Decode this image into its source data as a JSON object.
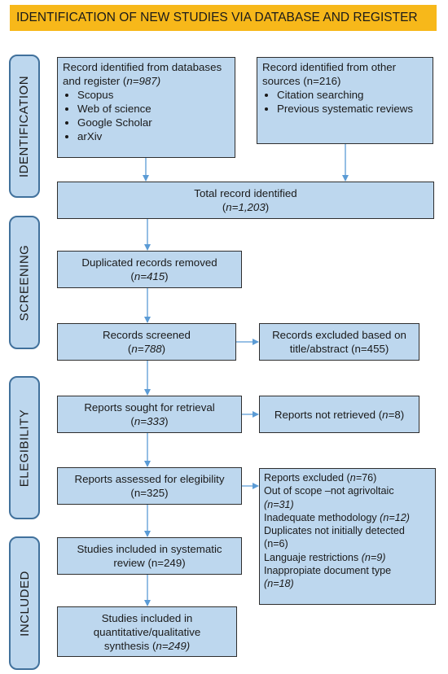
{
  "banner": "IDENTIFICATION OF NEW STUDIES VIA DATABASE AND REGISTER",
  "phases": {
    "identification": "IDENTIFICATION",
    "screening": "SCREENING",
    "elegibility": "ELEGIBILITY",
    "included": "INCLUDED"
  },
  "databases": {
    "text": "Record identified from databases and register (",
    "n_label": "n=987)",
    "items": [
      "Scopus",
      "Web of science",
      "Google Scholar",
      "arXiv"
    ]
  },
  "other_sources": {
    "text": "Record identified from other sources (n=216)",
    "items": [
      "Citation searching",
      "Previous systematic reviews"
    ]
  },
  "total": {
    "line1": "Total record identified",
    "open": "(",
    "n_label": "n=1,203",
    "close": ")"
  },
  "duplicates": {
    "line1": "Duplicated records removed",
    "open": "(",
    "n_label": "n=415",
    "close": ")"
  },
  "screened": {
    "line1": "Records screened",
    "open": "(",
    "n_label": "n=788",
    "close": ")"
  },
  "excluded_abstract": {
    "line1": "Records excluded based on",
    "line2": "title/abstract (n=455)"
  },
  "sought": {
    "line1": "Reports sought for retrieval",
    "open": "(",
    "n_label": "n=333",
    "close": ")"
  },
  "not_retrieved": {
    "text": "Reports not retrieved (",
    "n_label": "n=",
    "n_value": "8)"
  },
  "assessed": {
    "line1": "Reports assessed for elegibility",
    "line2": "(n=325)"
  },
  "reports_excluded": {
    "title_text": "Reports excluded (",
    "title_n": "n=",
    "title_value": "76)",
    "scope_text": "Out of scope –not agrivoltaic",
    "scope_n": "(n=31)",
    "method_text": "Inadequate methodology ",
    "method_n": "(n=12)",
    "dup_text": "Duplicates not initially  detected",
    "dup_n": "(n=6)",
    "lang_text": "Languaje restrictions ",
    "lang_n": "(n=9)",
    "doc_text": "Inappropiate document type",
    "doc_n": "(n=18)"
  },
  "studies_review": {
    "line1": "Studies included in systematic",
    "line2": "review (n=249)"
  },
  "synthesis": {
    "line1": "Studies included in",
    "line2": "quantitative/qualitative",
    "line3_text": "synthesis (",
    "line3_n": "n=249)"
  },
  "colors": {
    "banner": "#f7b81a",
    "box_fill": "#bdd7ee",
    "phase_border": "#41719c",
    "arrow": "#5b9bd5"
  }
}
